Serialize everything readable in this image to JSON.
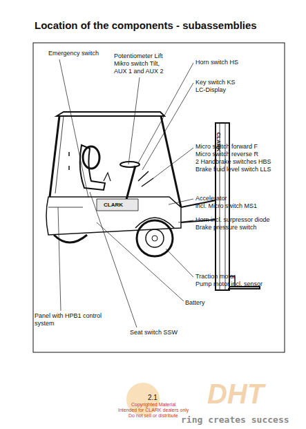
{
  "diagram": {
    "title": "Location of the components - subassemblies",
    "labels": [
      "Emergency switch",
      "Potentiometer Lift",
      "Mikro switch Tilt,",
      "AUX 1 and AUX 2",
      "Horn switch HS",
      "Key switch KS",
      "LC-Display",
      "Micro switch forward F",
      "Micro switch reverse R",
      "2 Handbrake switches HBS",
      "Brake fluid level switch LLS",
      "Accelerator",
      "incl. Micro switch  MS1",
      "Horn  incl. surpressor diode",
      "Brake pressure switch",
      "Traction motor",
      "Pump motor incl. sensor",
      "Battery",
      "Panel with HPB1 control",
      "system",
      "Seat switch SSW",
      "CLARK",
      "CLARK",
      "2.1",
      "Copyrighted Material",
      "Intended for CLARK dealers only",
      "Do not sell or distribute",
      "DHT",
      "ring creates success"
    ]
  }
}
